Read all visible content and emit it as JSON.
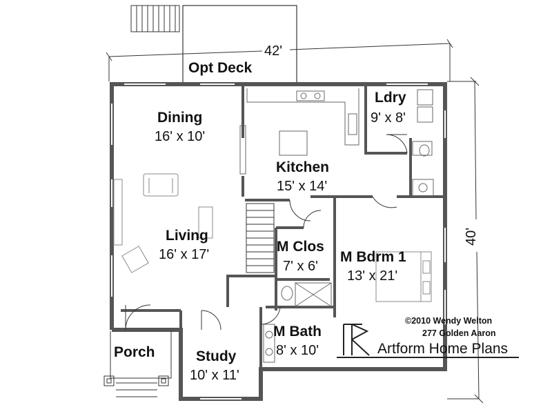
{
  "rooms": {
    "opt_deck": {
      "name": "Opt Deck"
    },
    "dining": {
      "name": "Dining",
      "dims": "16' x 10'"
    },
    "kitchen": {
      "name": "Kitchen",
      "dims": "15' x 14'"
    },
    "laundry": {
      "name": "Ldry",
      "dims": "9' x 8'"
    },
    "living": {
      "name": "Living",
      "dims": "16' x 17'"
    },
    "master_closet": {
      "name": "M Clos",
      "dims": "7' x 6'"
    },
    "master_bedroom": {
      "name": "M Bdrm 1",
      "dims": "13' x 21'"
    },
    "master_bath": {
      "name": "M Bath",
      "dims": "8' x 10'"
    },
    "porch": {
      "name": "Porch"
    },
    "study": {
      "name": "Study",
      "dims": "10' x 11'"
    }
  },
  "dimensions": {
    "width": "42'",
    "depth": "40'"
  },
  "credits": {
    "copyright": "©2010 Wendy Welton",
    "plan_name": "277 Golden Aaron",
    "brand": "Artform Home Plans"
  },
  "colors": {
    "wall": "#555555",
    "line": "#222222",
    "fixture": "#888888",
    "background": "#ffffff"
  }
}
